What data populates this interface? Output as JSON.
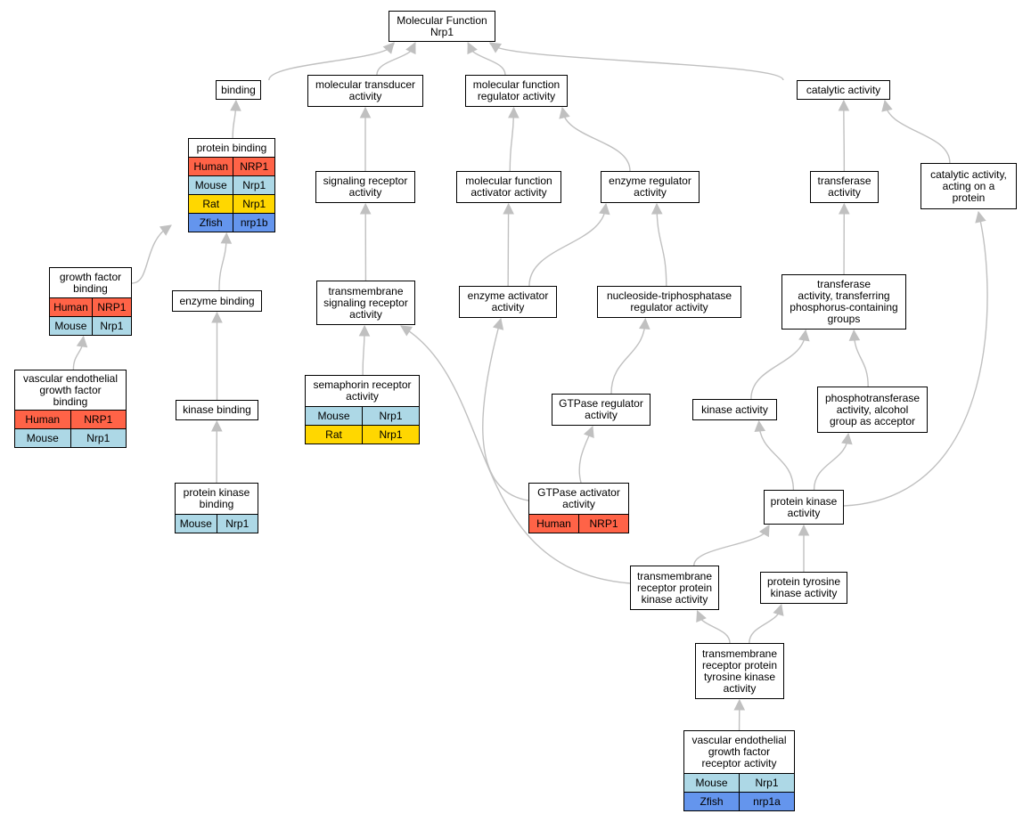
{
  "graph": {
    "edge_color": "#c0c0c0",
    "species_colors": {
      "Human": "#ff6347",
      "Mouse": "#add8e6",
      "Rat": "#ffd700",
      "Zfish": "#6495ed"
    },
    "nodes": [
      {
        "id": "mf",
        "lines": [
          "Molecular Function",
          "Nrp1"
        ],
        "genes": []
      },
      {
        "id": "binding",
        "lines": [
          "binding"
        ],
        "genes": []
      },
      {
        "id": "moltrans",
        "lines": [
          "molecular transducer",
          "activity"
        ],
        "genes": []
      },
      {
        "id": "mfreg",
        "lines": [
          "molecular function",
          "regulator activity"
        ],
        "genes": []
      },
      {
        "id": "catalytic",
        "lines": [
          "catalytic activity"
        ],
        "genes": []
      },
      {
        "id": "protbind",
        "lines": [
          "protein binding"
        ],
        "genes": [
          {
            "species": "Human",
            "gene": "NRP1"
          },
          {
            "species": "Mouse",
            "gene": "Nrp1"
          },
          {
            "species": "Rat",
            "gene": "Nrp1"
          },
          {
            "species": "Zfish",
            "gene": "nrp1b"
          }
        ]
      },
      {
        "id": "sigrec",
        "lines": [
          "signaling receptor",
          "activity"
        ],
        "genes": []
      },
      {
        "id": "mfact",
        "lines": [
          "molecular function",
          "activator activity"
        ],
        "genes": []
      },
      {
        "id": "enzreg",
        "lines": [
          "enzyme regulator",
          "activity"
        ],
        "genes": []
      },
      {
        "id": "transferase",
        "lines": [
          "transferase",
          "activity"
        ],
        "genes": []
      },
      {
        "id": "catprot",
        "lines": [
          "catalytic activity,",
          "acting on a",
          "protein"
        ],
        "genes": []
      },
      {
        "id": "gfbind",
        "lines": [
          "growth factor",
          "binding"
        ],
        "genes": [
          {
            "species": "Human",
            "gene": "NRP1"
          },
          {
            "species": "Mouse",
            "gene": "Nrp1"
          }
        ]
      },
      {
        "id": "enzbind",
        "lines": [
          "enzyme binding"
        ],
        "genes": []
      },
      {
        "id": "tmsig",
        "lines": [
          "transmembrane",
          "signaling receptor",
          "activity"
        ],
        "genes": []
      },
      {
        "id": "enzact",
        "lines": [
          "enzyme activator",
          "activity"
        ],
        "genes": []
      },
      {
        "id": "ntpreg",
        "lines": [
          "nucleoside-triphosphatase",
          "regulator activity"
        ],
        "genes": []
      },
      {
        "id": "transphos",
        "lines": [
          "transferase",
          "activity, transferring",
          "phosphorus-containing",
          "groups"
        ],
        "genes": []
      },
      {
        "id": "vegfbind",
        "lines": [
          "vascular endothelial",
          "growth factor",
          "binding"
        ],
        "genes": [
          {
            "species": "Human",
            "gene": "NRP1"
          },
          {
            "species": "Mouse",
            "gene": "Nrp1"
          }
        ]
      },
      {
        "id": "kinbind",
        "lines": [
          "kinase binding"
        ],
        "genes": []
      },
      {
        "id": "semarec",
        "lines": [
          "semaphorin receptor",
          "activity"
        ],
        "genes": [
          {
            "species": "Mouse",
            "gene": "Nrp1"
          },
          {
            "species": "Rat",
            "gene": "Nrp1"
          }
        ]
      },
      {
        "id": "gtpreg",
        "lines": [
          "GTPase regulator",
          "activity"
        ],
        "genes": []
      },
      {
        "id": "kinact",
        "lines": [
          "kinase activity"
        ],
        "genes": []
      },
      {
        "id": "phosalc",
        "lines": [
          "phosphotransferase",
          "activity, alcohol",
          "group as acceptor"
        ],
        "genes": []
      },
      {
        "id": "protkinbind",
        "lines": [
          "protein kinase",
          "binding"
        ],
        "genes": [
          {
            "species": "Mouse",
            "gene": "Nrp1"
          }
        ]
      },
      {
        "id": "gtpact",
        "lines": [
          "GTPase activator",
          "activity"
        ],
        "genes": [
          {
            "species": "Human",
            "gene": "NRP1"
          }
        ]
      },
      {
        "id": "protkin",
        "lines": [
          "protein kinase",
          "activity"
        ],
        "genes": []
      },
      {
        "id": "tmrpk",
        "lines": [
          "transmembrane",
          "receptor protein",
          "kinase activity"
        ],
        "genes": []
      },
      {
        "id": "ptk",
        "lines": [
          "protein tyrosine",
          "kinase activity"
        ],
        "genes": []
      },
      {
        "id": "tmrptk",
        "lines": [
          "transmembrane",
          "receptor protein",
          "tyrosine kinase",
          "activity"
        ],
        "genes": []
      },
      {
        "id": "vegfrec",
        "lines": [
          "vascular endothelial",
          "growth factor",
          "receptor activity"
        ],
        "genes": [
          {
            "species": "Mouse",
            "gene": "Nrp1"
          },
          {
            "species": "Zfish",
            "gene": "nrp1a"
          }
        ]
      }
    ],
    "edges": [
      [
        "binding",
        "mf"
      ],
      [
        "moltrans",
        "mf"
      ],
      [
        "mfreg",
        "mf"
      ],
      [
        "catalytic",
        "mf"
      ],
      [
        "protbind",
        "binding"
      ],
      [
        "sigrec",
        "moltrans"
      ],
      [
        "mfact",
        "mfreg"
      ],
      [
        "enzreg",
        "mfreg"
      ],
      [
        "transferase",
        "catalytic"
      ],
      [
        "catprot",
        "catalytic"
      ],
      [
        "gfbind",
        "protbind"
      ],
      [
        "enzbind",
        "protbind"
      ],
      [
        "tmsig",
        "sigrec"
      ],
      [
        "enzact",
        "mfact"
      ],
      [
        "enzact",
        "enzreg"
      ],
      [
        "ntpreg",
        "enzreg"
      ],
      [
        "transphos",
        "transferase"
      ],
      [
        "vegfbind",
        "gfbind"
      ],
      [
        "kinbind",
        "enzbind"
      ],
      [
        "semarec",
        "tmsig"
      ],
      [
        "gtpreg",
        "ntpreg"
      ],
      [
        "kinact",
        "transphos"
      ],
      [
        "phosalc",
        "transphos"
      ],
      [
        "protkinbind",
        "kinbind"
      ],
      [
        "gtpact",
        "enzact"
      ],
      [
        "gtpact",
        "gtpreg"
      ],
      [
        "protkin",
        "kinact"
      ],
      [
        "protkin",
        "phosalc"
      ],
      [
        "protkin",
        "catprot"
      ],
      [
        "tmrpk",
        "protkin"
      ],
      [
        "tmrpk",
        "tmsig"
      ],
      [
        "ptk",
        "protkin"
      ],
      [
        "tmrptk",
        "tmrpk"
      ],
      [
        "tmrptk",
        "ptk"
      ],
      [
        "vegfrec",
        "tmrptk"
      ]
    ]
  }
}
